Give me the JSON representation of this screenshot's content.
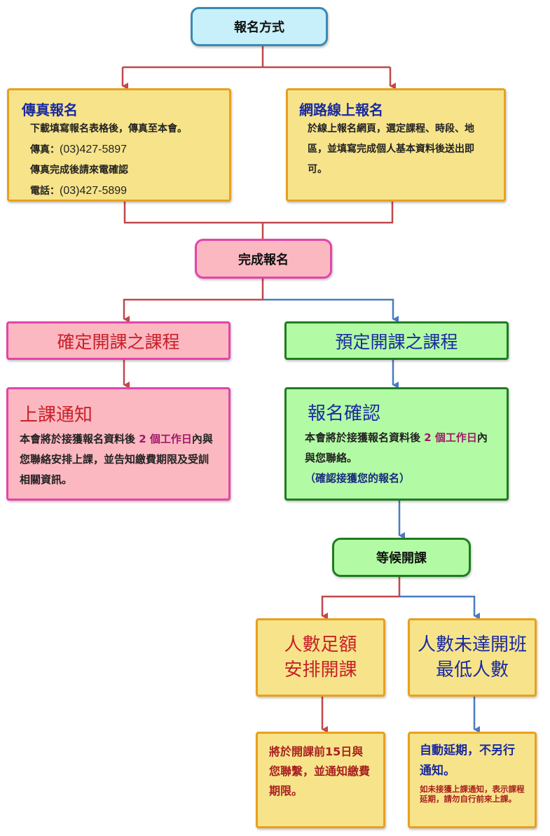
{
  "start": "報名方式",
  "fax": {
    "title": "傳真報名",
    "line1": "下載填寫報名表格後，傳真至本會。",
    "fax_label": "傳真：",
    "fax_number": "(03)427-5897",
    "line3": "傳真完成後請來電確認",
    "phone_label": "電話：",
    "phone_number": "(03)427-5899"
  },
  "online": {
    "title": "網路線上報名",
    "text": "於線上報名網頁，選定課程、時段、地區，並填寫完成個人基本資料後送出即可。"
  },
  "done": "完成報名",
  "confirmed": {
    "title": "確定開課之課程",
    "notice_title": "上課通知",
    "pre": "本會將於接獲報名資料後 ",
    "hl": "2 個工作日",
    "post": "內與您聯絡安排上課，並告知繳費期限及受訓相關資訊。"
  },
  "planned": {
    "title": "預定開課之課程",
    "confirm_title": "報名確認",
    "pre": "本會將於接獲報名資料後 ",
    "hl": "2 個工作日",
    "post": "內與您聯絡。",
    "note": "（確認接獲您的報名）"
  },
  "wait": "等候開課",
  "full": {
    "line1": "人數足額",
    "line2": "安排開課",
    "detail": "將於開課前15日與您聯繫，並通知繳費期限。"
  },
  "notfull": {
    "line1": "人數未達開班",
    "line2": "最低人數",
    "detail": "自動延期，不另行通知。",
    "note": "如未接獲上課通知，表示課程延期，請勿自行前來上課。"
  },
  "colors": {
    "red_line": "#c0484a",
    "blue_line": "#4a7ac0"
  }
}
